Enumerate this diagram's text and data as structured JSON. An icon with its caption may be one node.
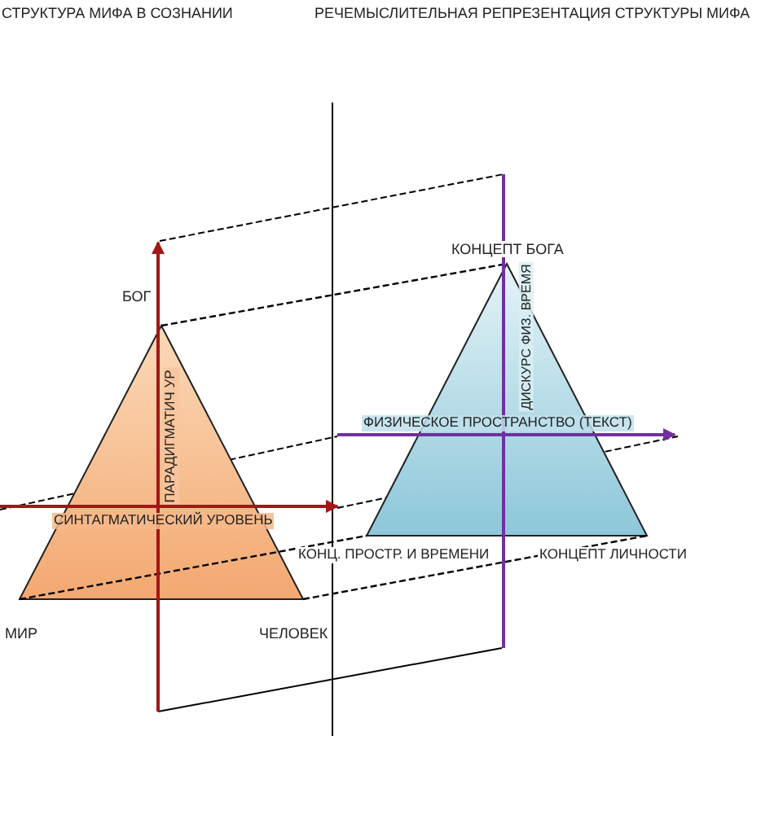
{
  "diagram": {
    "nodes": [
      {
        "text": [],
        "shape": "triangle"
      },
      {
        "text": [],
        "shape": "triangle"
      }
    ],
    "edges": [
      {
        "from": 0,
        "to": 1,
        "arrow": "none",
        "style": "dashed"
      },
      {
        "from": 0,
        "to": 1,
        "arrow": "none",
        "style": "dashed"
      },
      {
        "from": 0,
        "to": 1,
        "arrow": "none",
        "style": "dashed"
      }
    ],
    "labels": [
      "СТРУКТУРА МИФА В СОЗНАНИИ",
      "РЕЧЕМЫСЛИТЕЛЬНАЯ РЕПРЕЗЕНТАЦИЯ СТРУКТУРЫ МИФА",
      "БОГ",
      "КОНЦЕПТ БОГА",
      "ДИСКУРС ФИЗ. ВРЕМЯ",
      "ФИЗИЧЕСКОЕ ПРОСТРАНСТВО (ТЕКСТ)",
      "ПАРАДИГМАТИЧ УР",
      "СИНТАГМАТИЧЕСКИЙ УРОВЕНЬ",
      "КОНЦ. ПРОСТР. И ВРЕМЕНИ",
      "КОНЦЕПТ ЛИЧНОСТИ",
      "МИР",
      "ЧЕЛОВЕК"
    ]
  }
}
